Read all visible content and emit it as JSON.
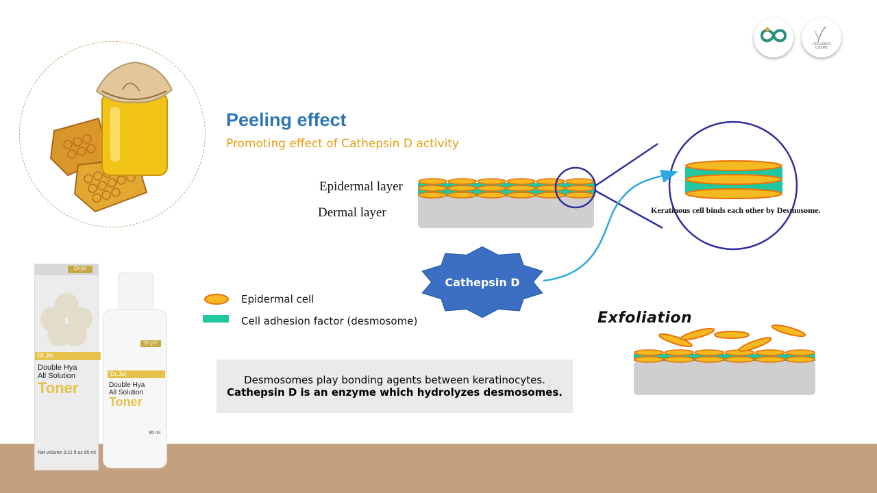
{
  "title": "Peeling effect",
  "subtitle": "Promoting effect of Cathepsin D activity",
  "layers": {
    "epidermal": "Epidermal layer",
    "dermal": "Dermal layer"
  },
  "zoom_note": "Keratinous cell binds each other by Desmosome.",
  "enzyme": "Cathepsin D",
  "legend": {
    "cell": "Epidermal cell",
    "adhesion": "Cell adhesion factor (desmosome)"
  },
  "caption": {
    "line1": "Desmosomes play bonding agents between keratinocytes.",
    "line2": "Cathepsin D is an enzyme which hydrolyzes desmosomes."
  },
  "exfoliation": "Exfoliation",
  "product": {
    "brand": "Dr.Jel",
    "line1": "Double Hya",
    "line2": "All Solution",
    "name": "Toner",
    "volume_box": "Net volume 3.21 fl.oz 95 ml",
    "volume_bottle": "95 ml"
  },
  "logos": {
    "right_text_1": "ORGANICS",
    "right_text_2": "COSME"
  },
  "colors": {
    "title": "#2e75b6",
    "subtitle": "#e79c12",
    "cell_fill": "#f5b921",
    "cell_stroke": "#e8720c",
    "desmosome": "#1fc8a0",
    "enzyme": "#3a6fc4",
    "ring": "#2e2f9c",
    "arrow": "#29a9e0",
    "footer": "#c4a080"
  }
}
